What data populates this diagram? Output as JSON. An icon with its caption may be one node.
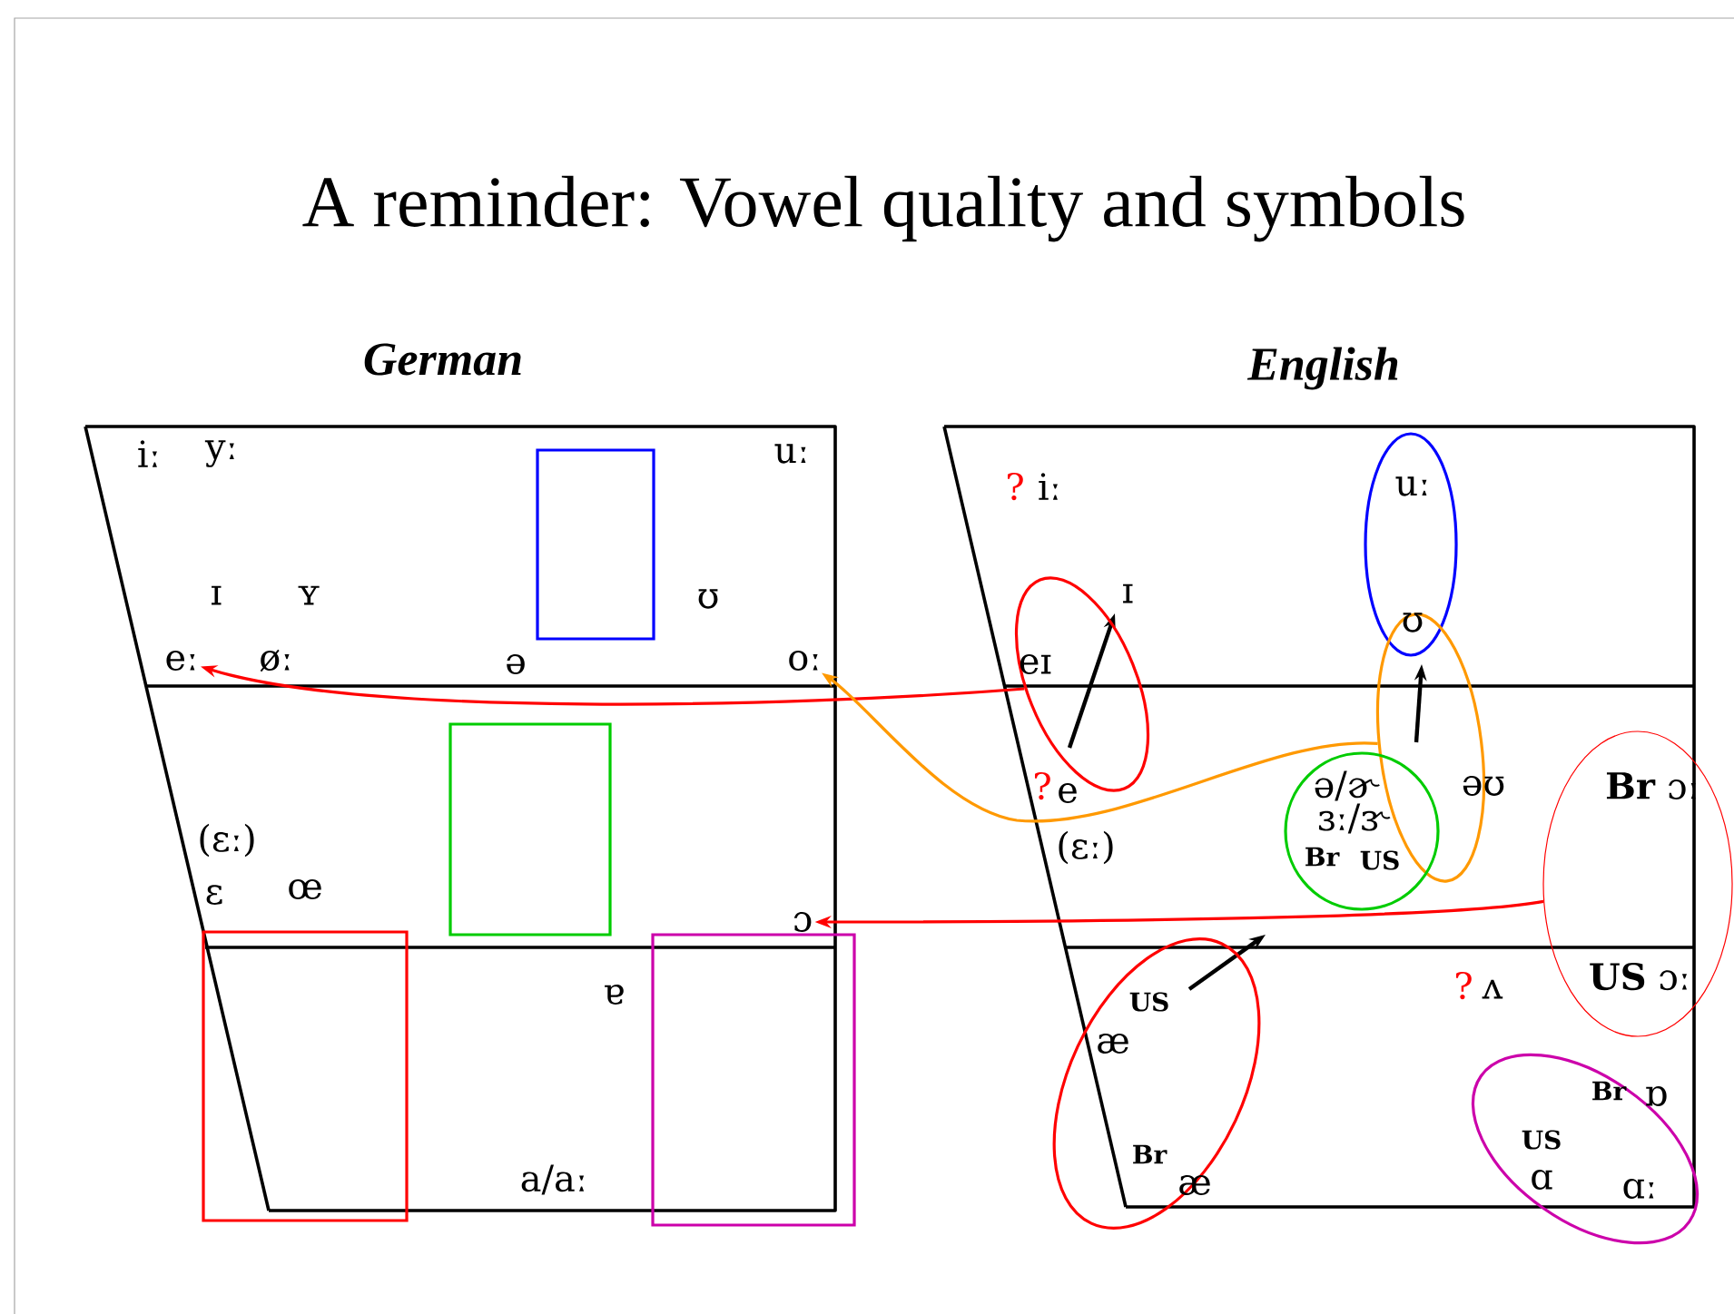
{
  "diagram": {
    "title": "A reminder: Vowel quality and symbols",
    "nodes": [
      {
        "text": [
          "eː"
        ]
      },
      {
        "text": [
          "oː"
        ]
      },
      {
        "text": [
          "ɔ"
        ]
      },
      {
        "text": [],
        "shape": "box"
      },
      {
        "text": [],
        "shape": "box"
      },
      {
        "text": [],
        "shape": "box"
      },
      {
        "text": [],
        "shape": "box"
      },
      {
        "text": [],
        "shape": "ellipse"
      },
      {
        "text": [],
        "shape": "ellipse"
      },
      {
        "text": [],
        "shape": "ellipse"
      },
      {
        "text": [],
        "shape": "ellipse"
      },
      {
        "text": [],
        "shape": "ellipse"
      },
      {
        "text": [],
        "shape": "ellipse"
      },
      {
        "text": [],
        "shape": "ellipse"
      }
    ],
    "edges": [
      {
        "from": 7,
        "to": 0,
        "arrow": "to"
      },
      {
        "from": 9,
        "to": 1,
        "arrow": "to",
        "color": "#ff9900"
      },
      {
        "from": 11,
        "to": 2,
        "arrow": "to"
      }
    ],
    "labels": [
      "German",
      "English",
      "iː",
      "yː",
      "uː",
      "ɪ",
      "ʏ",
      "ʊ",
      "øː",
      "ə",
      "(ɛː)",
      "ɛ",
      "œ",
      "ɐ",
      "a/aː",
      "?",
      "iː",
      "uː",
      "ɪ",
      "eɪ",
      "ʊ",
      "?",
      "e",
      "ə/ɚ",
      "əʊ",
      "ɜː/ɝ",
      "Br",
      "US",
      "**Br** ɔː",
      "(ɛː)",
      "?",
      "ʌ",
      "**US** ɔː",
      "US",
      "æ",
      "Br",
      "æ",
      "Br",
      "ɒ",
      "US",
      "ɑ",
      "ɑː"
    ]
  }
}
